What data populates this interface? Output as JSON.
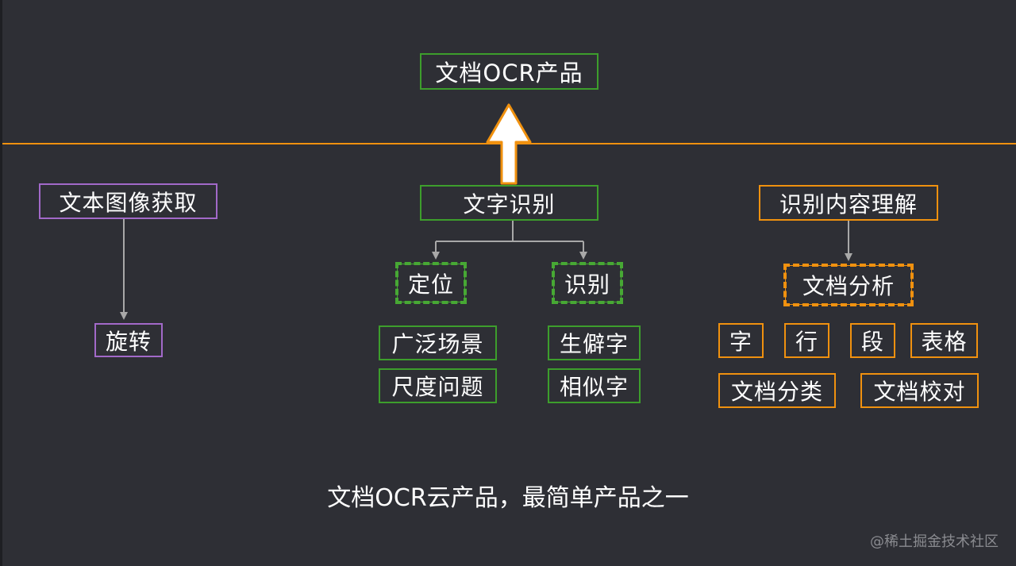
{
  "top": {
    "product": "文档OCR产品"
  },
  "left": {
    "acquire": "文本图像获取",
    "rotate": "旋转"
  },
  "center": {
    "recognize": "文字识别",
    "locate": "定位",
    "identify": "识别",
    "scene": "广泛场景",
    "scale": "尺度问题",
    "rare": "生僻字",
    "similar": "相似字"
  },
  "right": {
    "understand": "识别内容理解",
    "analysis": "文档分析",
    "char": "字",
    "line": "行",
    "para": "段",
    "table": "表格",
    "classify": "文档分类",
    "proofread": "文档校对"
  },
  "caption": "文档OCR云产品，最简单产品之一",
  "watermark": "@稀土掘金技术社区",
  "colors": {
    "background": "#2e2f35",
    "green": "#3d9e2c",
    "purple": "#a269c9",
    "orange": "#f0910f",
    "connector": "#a8a8a8"
  }
}
